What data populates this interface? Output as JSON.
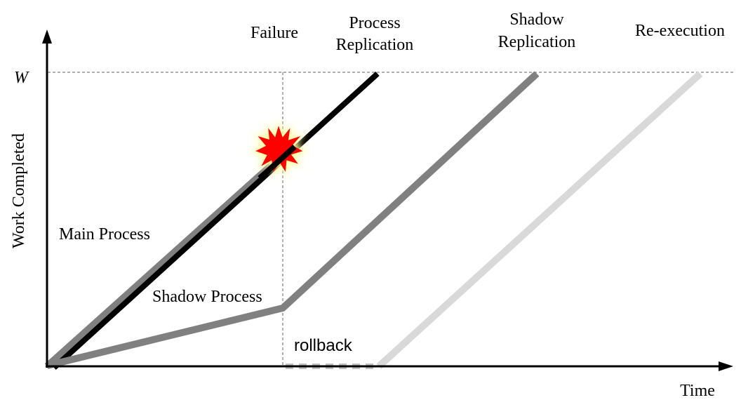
{
  "diagram": {
    "y_axis_label": "Work Completed",
    "x_axis_label": "Time",
    "w_marker": "W",
    "failure_label": "Failure",
    "process_replication_label_line1": "Process",
    "process_replication_label_line2": "Replication",
    "shadow_replication_label_line1": "Shadow",
    "shadow_replication_label_line2": "Replication",
    "reexecution_label": "Re-execution",
    "main_process_label": "Main Process",
    "shadow_process_label": "Shadow Process",
    "rollback_label": "rollback"
  },
  "colors": {
    "axis": "#000000",
    "guide_dashed": "#7f7f7f",
    "main_process": "#000000",
    "shadow_process": "#808080",
    "reexecution": "#d9d9d9",
    "rollback": "#c0c0c0",
    "failure_burst_fill": "#ff0000",
    "failure_burst_glow": "#ffff99"
  },
  "icons": {
    "failure_marker": "explosion-burst-icon"
  }
}
